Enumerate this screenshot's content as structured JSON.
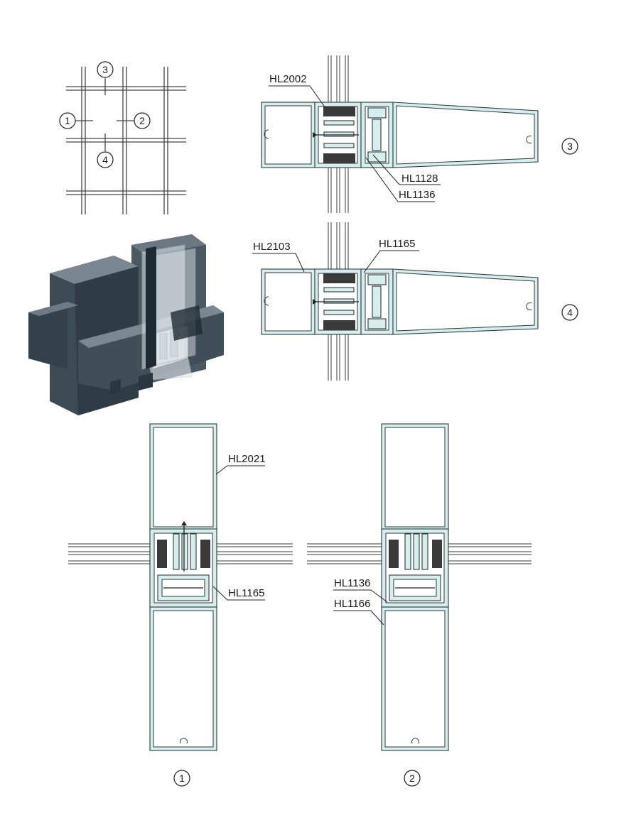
{
  "callouts": {
    "view3_top": "HL2002",
    "view3_mid": "HL1128",
    "view3_bot": "HL1136",
    "view4_left": "HL2103",
    "view4_right": "HL1165",
    "view1_top": "HL2021",
    "view1_bot": "HL1165",
    "view2_top": "HL1136",
    "view2_bot": "HL1166"
  },
  "key_plan": {
    "markers": [
      "1",
      "2",
      "3",
      "4"
    ]
  },
  "section_markers": {
    "s1": "1",
    "s2": "2",
    "s3": "3",
    "s4": "4"
  },
  "colors": {
    "profile_fill": "#d6eeee",
    "line": "#2e3a3a",
    "render_body": "#3c4a55"
  }
}
